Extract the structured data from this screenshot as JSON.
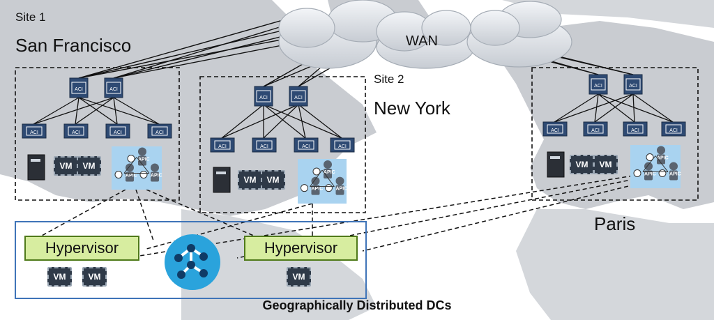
{
  "sites": [
    {
      "number_label": "Site 1",
      "city": "San Francisco"
    },
    {
      "number_label": "Site 2",
      "city": "New York"
    },
    {
      "city": "Paris"
    }
  ],
  "wan": {
    "label": "WAN"
  },
  "switch_label": "ACI",
  "controller_label": "APIC",
  "vm_label": "VM",
  "hypervisors": [
    {
      "label": "Hypervisor"
    },
    {
      "label": "Hypervisor"
    }
  ],
  "caption": "Geographically Distributed DCs",
  "colors": {
    "switch": "#2e4a73",
    "apic_panel": "#a9d3f0",
    "hypervisor_fill": "#d7eda0",
    "hypervisor_border": "#4f7a1a",
    "dc_box_border": "#3f74b8",
    "app_icon": "#2aa3dc"
  },
  "icons": [
    "cloud-icon",
    "aci-switch-icon",
    "server-icon",
    "vm-icon",
    "apic-controller-icon",
    "orchestrator-app-icon"
  ]
}
